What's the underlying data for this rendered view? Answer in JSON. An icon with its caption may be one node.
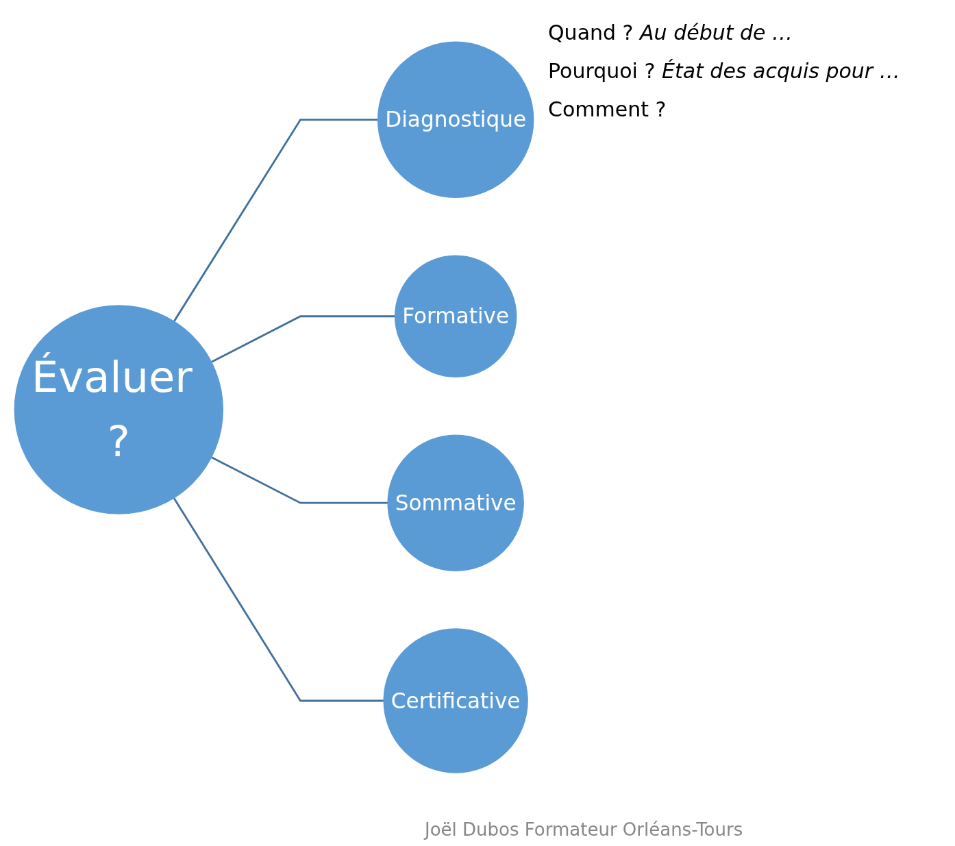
{
  "diagram": {
    "nodes": [
      {
        "text": [
          "Évaluer ?"
        ]
      },
      {
        "text": [
          "Diagnostique"
        ]
      },
      {
        "text": [
          "Formative"
        ]
      },
      {
        "text": [
          "Sommative"
        ]
      },
      {
        "text": [
          "Certificative"
        ]
      }
    ],
    "edges": [
      {
        "from": 0,
        "to": 1,
        "arrow": "none"
      },
      {
        "from": 0,
        "to": 2,
        "arrow": "none"
      },
      {
        "from": 0,
        "to": 3,
        "arrow": "none"
      },
      {
        "from": 0,
        "to": 4,
        "arrow": "none"
      }
    ],
    "labels": [
      "Quand ? *Au début de …*",
      "Pourquoi ? *État des acquis pour …*",
      "Comment ?",
      "Joël Dubos Formateur Orléans-Tours"
    ]
  }
}
